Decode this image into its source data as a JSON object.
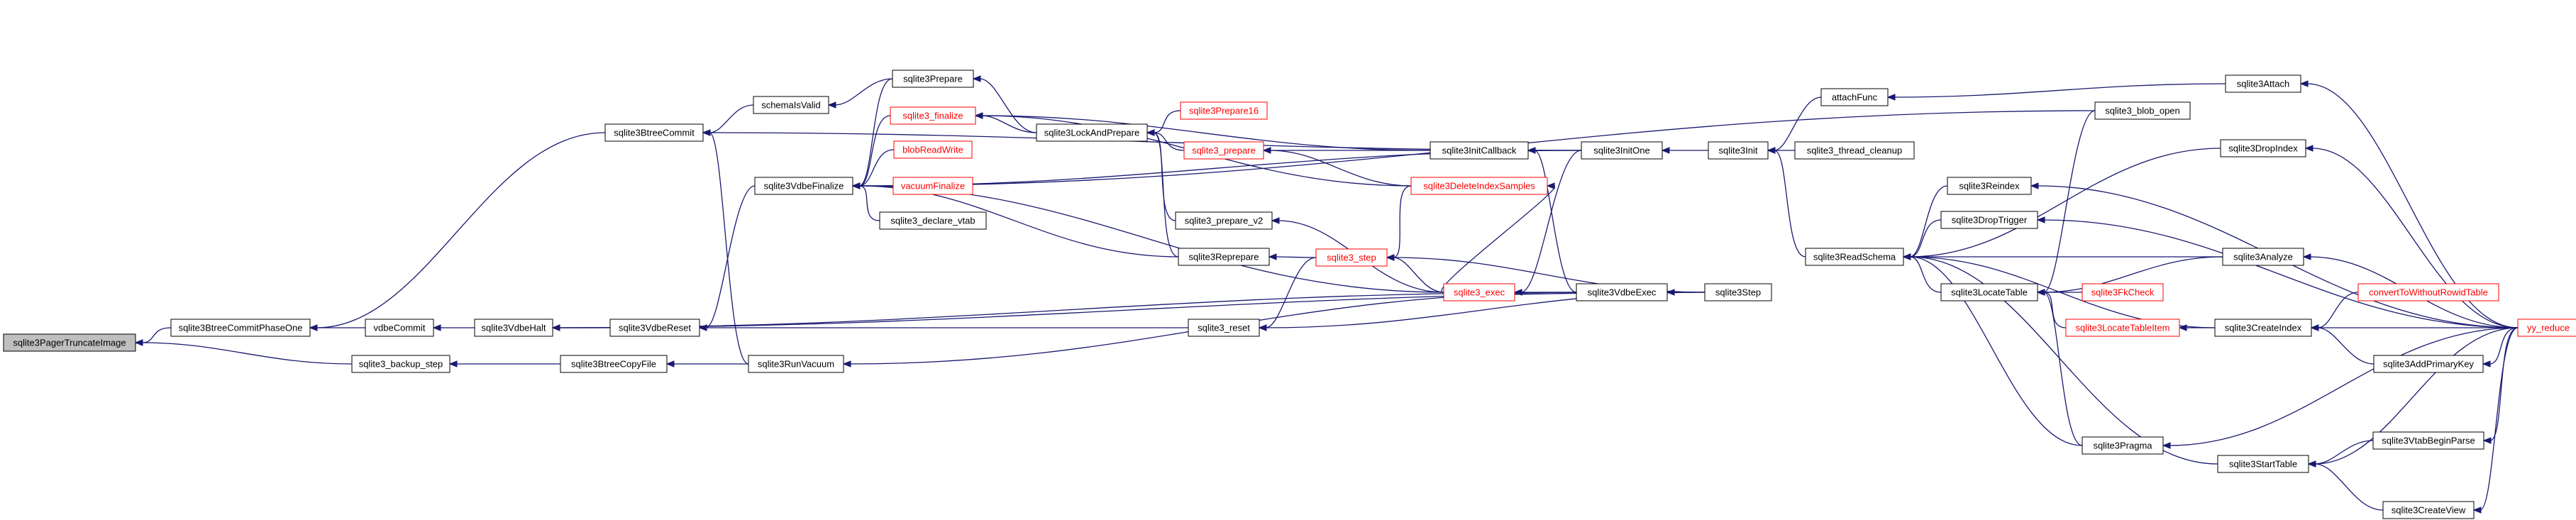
{
  "colors": {
    "edge": "#191970",
    "red_node_text": "#ff0000",
    "root_fill": "#bfbfbf"
  },
  "nodes": [
    {
      "id": "sqlite3PagerTruncateImage",
      "label": "sqlite3PagerTruncateImage",
      "root": true
    },
    {
      "id": "sqlite3BtreeCommitPhaseOne",
      "label": "sqlite3BtreeCommitPhaseOne"
    },
    {
      "id": "sqlite3_backup_step",
      "label": "sqlite3_backup_step"
    },
    {
      "id": "sqlite3BtreeCommit",
      "label": "sqlite3BtreeCommit"
    },
    {
      "id": "vdbeCommit",
      "label": "vdbeCommit"
    },
    {
      "id": "sqlite3VdbeHalt",
      "label": "sqlite3VdbeHalt"
    },
    {
      "id": "sqlite3BtreeCopyFile",
      "label": "sqlite3BtreeCopyFile"
    },
    {
      "id": "schemaIsValid",
      "label": "schemaIsValid"
    },
    {
      "id": "sqlite3VdbeReset",
      "label": "sqlite3VdbeReset"
    },
    {
      "id": "sqlite3RunVacuum",
      "label": "sqlite3RunVacuum"
    },
    {
      "id": "sqlite3Prepare",
      "label": "sqlite3Prepare"
    },
    {
      "id": "sqlite3_finalize",
      "label": "sqlite3_finalize",
      "red": true
    },
    {
      "id": "blobReadWrite",
      "label": "blobReadWrite",
      "red": true
    },
    {
      "id": "sqlite3VdbeFinalize",
      "label": "sqlite3VdbeFinalize"
    },
    {
      "id": "vacuumFinalize",
      "label": "vacuumFinalize",
      "red": true
    },
    {
      "id": "sqlite3_declare_vtab",
      "label": "sqlite3_declare_vtab"
    },
    {
      "id": "sqlite3LockAndPrepare",
      "label": "sqlite3LockAndPrepare"
    },
    {
      "id": "sqlite3Prepare16",
      "label": "sqlite3Prepare16",
      "red": true
    },
    {
      "id": "sqlite3_prepare",
      "label": "sqlite3_prepare",
      "red": true
    },
    {
      "id": "sqlite3_prepare_v2",
      "label": "sqlite3_prepare_v2"
    },
    {
      "id": "sqlite3Reprepare",
      "label": "sqlite3Reprepare"
    },
    {
      "id": "sqlite3_reset",
      "label": "sqlite3_reset"
    },
    {
      "id": "sqlite3_step",
      "label": "sqlite3_step",
      "red": true
    },
    {
      "id": "sqlite3InitCallback",
      "label": "sqlite3InitCallback"
    },
    {
      "id": "sqlite3DeleteIndexSamples",
      "label": "sqlite3DeleteIndexSamples",
      "red": true
    },
    {
      "id": "sqlite3_exec",
      "label": "sqlite3_exec",
      "red": true
    },
    {
      "id": "sqlite3InitOne",
      "label": "sqlite3InitOne"
    },
    {
      "id": "sqlite3VdbeExec",
      "label": "sqlite3VdbeExec"
    },
    {
      "id": "sqlite3Step",
      "label": "sqlite3Step"
    },
    {
      "id": "sqlite3Init",
      "label": "sqlite3Init"
    },
    {
      "id": "attachFunc",
      "label": "attachFunc"
    },
    {
      "id": "sqlite3_thread_cleanup",
      "label": "sqlite3_thread_cleanup"
    },
    {
      "id": "sqlite3ReadSchema",
      "label": "sqlite3ReadSchema"
    },
    {
      "id": "sqlite3Reindex",
      "label": "sqlite3Reindex"
    },
    {
      "id": "sqlite3DropTrigger",
      "label": "sqlite3DropTrigger"
    },
    {
      "id": "sqlite3LocateTable",
      "label": "sqlite3LocateTable"
    },
    {
      "id": "sqlite3LocateTableItem",
      "label": "sqlite3LocateTableItem",
      "red": true
    },
    {
      "id": "sqlite3Pragma",
      "label": "sqlite3Pragma"
    },
    {
      "id": "sqlite3StartTable",
      "label": "sqlite3StartTable"
    },
    {
      "id": "sqlite3_blob_open",
      "label": "sqlite3_blob_open"
    },
    {
      "id": "sqlite3Attach",
      "label": "sqlite3Attach"
    },
    {
      "id": "sqlite3DropIndex",
      "label": "sqlite3DropIndex"
    },
    {
      "id": "sqlite3Analyze",
      "label": "sqlite3Analyze"
    },
    {
      "id": "sqlite3FkCheck",
      "label": "sqlite3FkCheck",
      "red": true
    },
    {
      "id": "sqlite3CreateIndex",
      "label": "sqlite3CreateIndex"
    },
    {
      "id": "convertToWithoutRowidTable",
      "label": "convertToWithoutRowidTable",
      "red": true
    },
    {
      "id": "sqlite3AddPrimaryKey",
      "label": "sqlite3AddPrimaryKey"
    },
    {
      "id": "sqlite3VtabBeginParse",
      "label": "sqlite3VtabBeginParse"
    },
    {
      "id": "sqlite3CreateView",
      "label": "sqlite3CreateView"
    },
    {
      "id": "yy_reduce",
      "label": "yy_reduce",
      "red": true
    }
  ],
  "edges": [
    [
      "sqlite3BtreeCommitPhaseOne",
      "sqlite3PagerTruncateImage"
    ],
    [
      "sqlite3_backup_step",
      "sqlite3PagerTruncateImage"
    ],
    [
      "sqlite3BtreeCommit",
      "sqlite3BtreeCommitPhaseOne"
    ],
    [
      "vdbeCommit",
      "sqlite3BtreeCommitPhaseOne"
    ],
    [
      "sqlite3BtreeCopyFile",
      "sqlite3_backup_step"
    ],
    [
      "sqlite3VdbeHalt",
      "vdbeCommit"
    ],
    [
      "sqlite3VdbeReset",
      "sqlite3VdbeHalt"
    ],
    [
      "sqlite3RunVacuum",
      "sqlite3BtreeCopyFile"
    ],
    [
      "schemaIsValid",
      "sqlite3BtreeCommit"
    ],
    [
      "sqlite3RunVacuum",
      "sqlite3BtreeCommit"
    ],
    [
      "sqlite3InitOne",
      "sqlite3BtreeCommit"
    ],
    [
      "sqlite3Prepare",
      "schemaIsValid"
    ],
    [
      "sqlite3VdbeFinalize",
      "sqlite3VdbeReset"
    ],
    [
      "sqlite3_reset",
      "sqlite3VdbeReset"
    ],
    [
      "sqlite3VdbeExec",
      "sqlite3RunVacuum"
    ],
    [
      "sqlite3VdbeExec",
      "sqlite3VdbeHalt"
    ],
    [
      "sqlite3Step",
      "sqlite3VdbeHalt"
    ],
    [
      "sqlite3LockAndPrepare",
      "sqlite3Prepare"
    ],
    [
      "sqlite3_finalize",
      "sqlite3VdbeFinalize"
    ],
    [
      "blobReadWrite",
      "sqlite3VdbeFinalize"
    ],
    [
      "vacuumFinalize",
      "sqlite3VdbeFinalize"
    ],
    [
      "sqlite3_declare_vtab",
      "sqlite3VdbeFinalize"
    ],
    [
      "sqlite3Prepare",
      "sqlite3VdbeFinalize"
    ],
    [
      "sqlite3Reprepare",
      "sqlite3VdbeFinalize"
    ],
    [
      "sqlite3_exec",
      "sqlite3VdbeFinalize"
    ],
    [
      "sqlite3_blob_open",
      "sqlite3VdbeFinalize"
    ],
    [
      "sqlite3InitOne",
      "sqlite3VdbeFinalize"
    ],
    [
      "sqlite3LockAndPrepare",
      "sqlite3_finalize"
    ],
    [
      "sqlite3InitCallback",
      "sqlite3_finalize"
    ],
    [
      "sqlite3DeleteIndexSamples",
      "sqlite3_finalize"
    ],
    [
      "sqlite3Prepare16",
      "sqlite3LockAndPrepare"
    ],
    [
      "sqlite3_prepare",
      "sqlite3LockAndPrepare"
    ],
    [
      "sqlite3_prepare_v2",
      "sqlite3LockAndPrepare"
    ],
    [
      "sqlite3Reprepare",
      "sqlite3LockAndPrepare"
    ],
    [
      "sqlite3InitCallback",
      "sqlite3_prepare"
    ],
    [
      "sqlite3DeleteIndexSamples",
      "sqlite3_prepare"
    ],
    [
      "sqlite3_exec",
      "sqlite3_prepare_v2"
    ],
    [
      "sqlite3_step",
      "sqlite3Reprepare"
    ],
    [
      "sqlite3_step",
      "sqlite3_reset"
    ],
    [
      "sqlite3Step",
      "sqlite3_reset"
    ],
    [
      "sqlite3_exec",
      "sqlite3_step"
    ],
    [
      "sqlite3DeleteIndexSamples",
      "sqlite3_step"
    ],
    [
      "sqlite3Step",
      "sqlite3_step"
    ],
    [
      "sqlite3InitOne",
      "sqlite3InitCallback"
    ],
    [
      "sqlite3VdbeExec",
      "sqlite3InitCallback"
    ],
    [
      "sqlite3_exec",
      "sqlite3DeleteIndexSamples"
    ],
    [
      "sqlite3InitOne",
      "sqlite3_exec"
    ],
    [
      "sqlite3VdbeExec",
      "sqlite3_exec"
    ],
    [
      "sqlite3Init",
      "sqlite3InitOne"
    ],
    [
      "sqlite3Step",
      "sqlite3VdbeExec"
    ],
    [
      "attachFunc",
      "sqlite3Init"
    ],
    [
      "sqlite3_thread_cleanup",
      "sqlite3Init"
    ],
    [
      "sqlite3ReadSchema",
      "sqlite3Init"
    ],
    [
      "sqlite3Attach",
      "attachFunc"
    ],
    [
      "sqlite3Reindex",
      "sqlite3ReadSchema"
    ],
    [
      "sqlite3DropTrigger",
      "sqlite3ReadSchema"
    ],
    [
      "sqlite3LocateTable",
      "sqlite3ReadSchema"
    ],
    [
      "sqlite3Pragma",
      "sqlite3ReadSchema"
    ],
    [
      "sqlite3StartTable",
      "sqlite3ReadSchema"
    ],
    [
      "sqlite3DropIndex",
      "sqlite3ReadSchema"
    ],
    [
      "sqlite3CreateIndex",
      "sqlite3ReadSchema"
    ],
    [
      "sqlite3Analyze",
      "sqlite3ReadSchema"
    ],
    [
      "sqlite3_blob_open",
      "sqlite3LocateTable"
    ],
    [
      "sqlite3Analyze",
      "sqlite3LocateTable"
    ],
    [
      "sqlite3FkCheck",
      "sqlite3LocateTable"
    ],
    [
      "sqlite3LocateTableItem",
      "sqlite3LocateTable"
    ],
    [
      "sqlite3Pragma",
      "sqlite3LocateTable"
    ],
    [
      "sqlite3CreateIndex",
      "sqlite3LocateTableItem"
    ],
    [
      "convertToWithoutRowidTable",
      "sqlite3CreateIndex"
    ],
    [
      "sqlite3AddPrimaryKey",
      "sqlite3CreateIndex"
    ],
    [
      "yy_reduce",
      "sqlite3CreateIndex"
    ],
    [
      "sqlite3VtabBeginParse",
      "sqlite3StartTable"
    ],
    [
      "sqlite3CreateView",
      "sqlite3StartTable"
    ],
    [
      "yy_reduce",
      "sqlite3StartTable"
    ],
    [
      "yy_reduce",
      "sqlite3Attach"
    ],
    [
      "yy_reduce",
      "sqlite3DropIndex"
    ],
    [
      "yy_reduce",
      "sqlite3Reindex"
    ],
    [
      "yy_reduce",
      "sqlite3DropTrigger"
    ],
    [
      "yy_reduce",
      "sqlite3Analyze"
    ],
    [
      "yy_reduce",
      "sqlite3Pragma"
    ],
    [
      "yy_reduce",
      "sqlite3AddPrimaryKey"
    ],
    [
      "yy_reduce",
      "sqlite3VtabBeginParse"
    ],
    [
      "yy_reduce",
      "sqlite3CreateView"
    ]
  ]
}
